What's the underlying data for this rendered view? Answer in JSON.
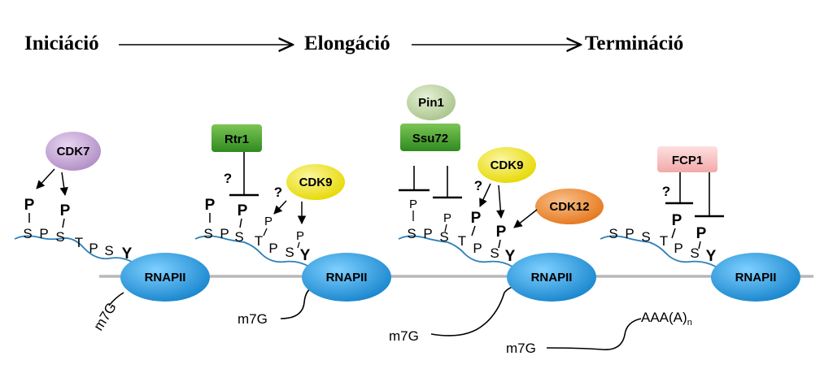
{
  "phases": {
    "initiation": "Iniciáció",
    "elongation": "Elongáció",
    "termination": "Termináció"
  },
  "polymerase": "RNAPII",
  "enzymes": {
    "cdk7": "CDK7",
    "rtr1": "Rtr1",
    "cdk9_a": "CDK9",
    "pin1": "Pin1",
    "ssu72": "Ssu72",
    "cdk9_b": "CDK9",
    "cdk12": "CDK12",
    "fcp1": "FCP1"
  },
  "ctd": {
    "s": "S",
    "p": "P",
    "t": "T",
    "y": "Y"
  },
  "phospho": "P",
  "unknown": "?",
  "cap": "m7G",
  "polyA": {
    "base": "AAA(A)",
    "sub": "n"
  },
  "colors": {
    "rnapii": "#1f9de0",
    "cdk7": "#c9a8d8",
    "green": "#3f9a2a",
    "cdk9": "#f2e81a",
    "pin1": "#c3d7a6",
    "cdk12": "#f08a2e",
    "fcp1": "#f6c0c0",
    "ctd_line": "#2e7fb8",
    "dna": "#b8b8b8"
  }
}
